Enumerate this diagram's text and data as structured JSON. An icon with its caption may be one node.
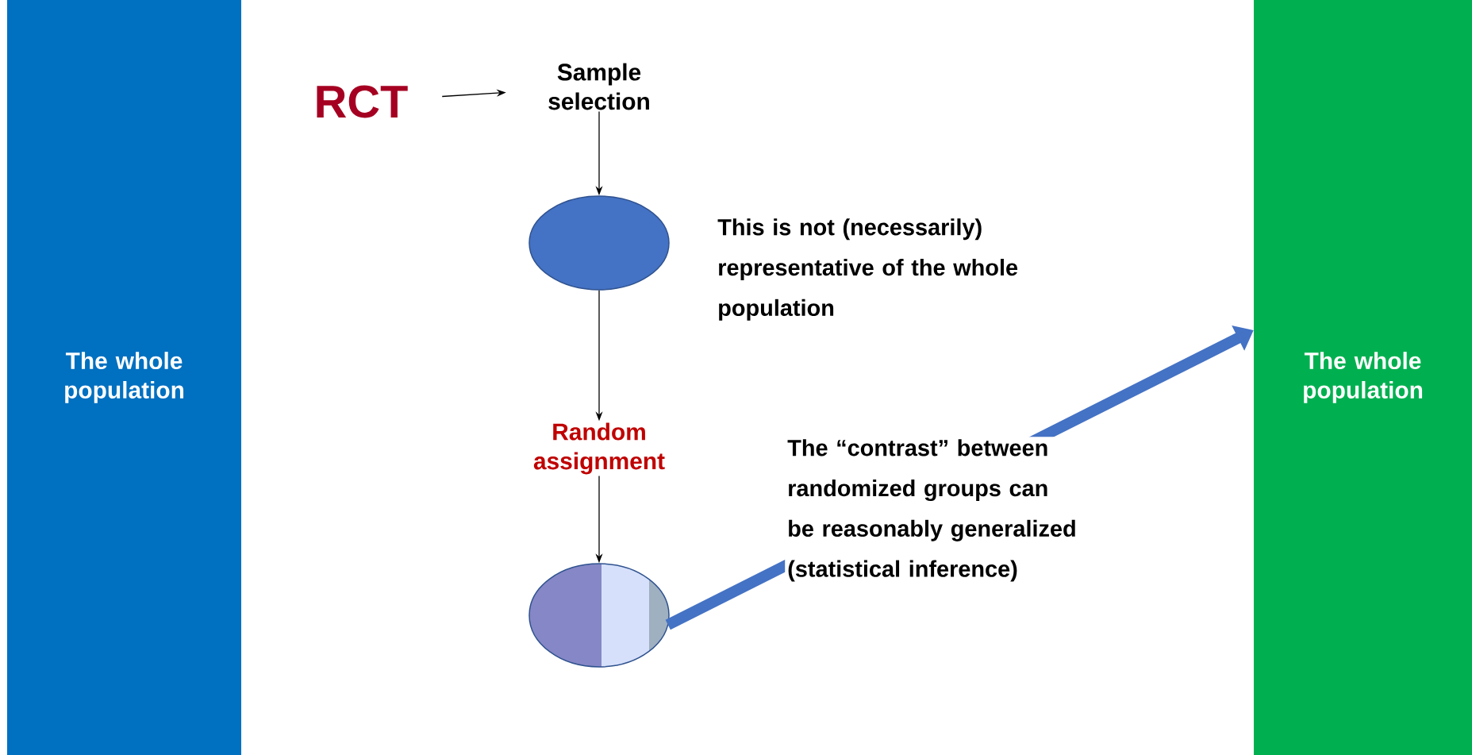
{
  "diagram": {
    "nodes": [
      {
        "text": [
          "The whole population"
        ]
      },
      {
        "text": [
          "RCT"
        ]
      },
      {
        "text": [
          "Sample selection"
        ]
      },
      {
        "text": [],
        "shape": "ellipse"
      },
      {
        "text": [
          "Random assignment"
        ]
      },
      {
        "text": [],
        "shape": "split-ellipse"
      },
      {
        "text": [
          "The whole population"
        ]
      }
    ],
    "edges": [
      {
        "from": 1,
        "to": 2,
        "arrow": "to"
      },
      {
        "from": 2,
        "to": 3,
        "arrow": "to"
      },
      {
        "from": 3,
        "to": 4,
        "arrow": "to"
      },
      {
        "from": 4,
        "to": 5,
        "arrow": "to"
      },
      {
        "from": 5,
        "to": 6,
        "arrow": "to",
        "style": "thick",
        "color": "#4472c4"
      }
    ],
    "labels": [
      "This is not (necessarily) representative of the whole population",
      "The “contrast” between randomized groups can be reasonably generalized (statistical inference)"
    ]
  }
}
